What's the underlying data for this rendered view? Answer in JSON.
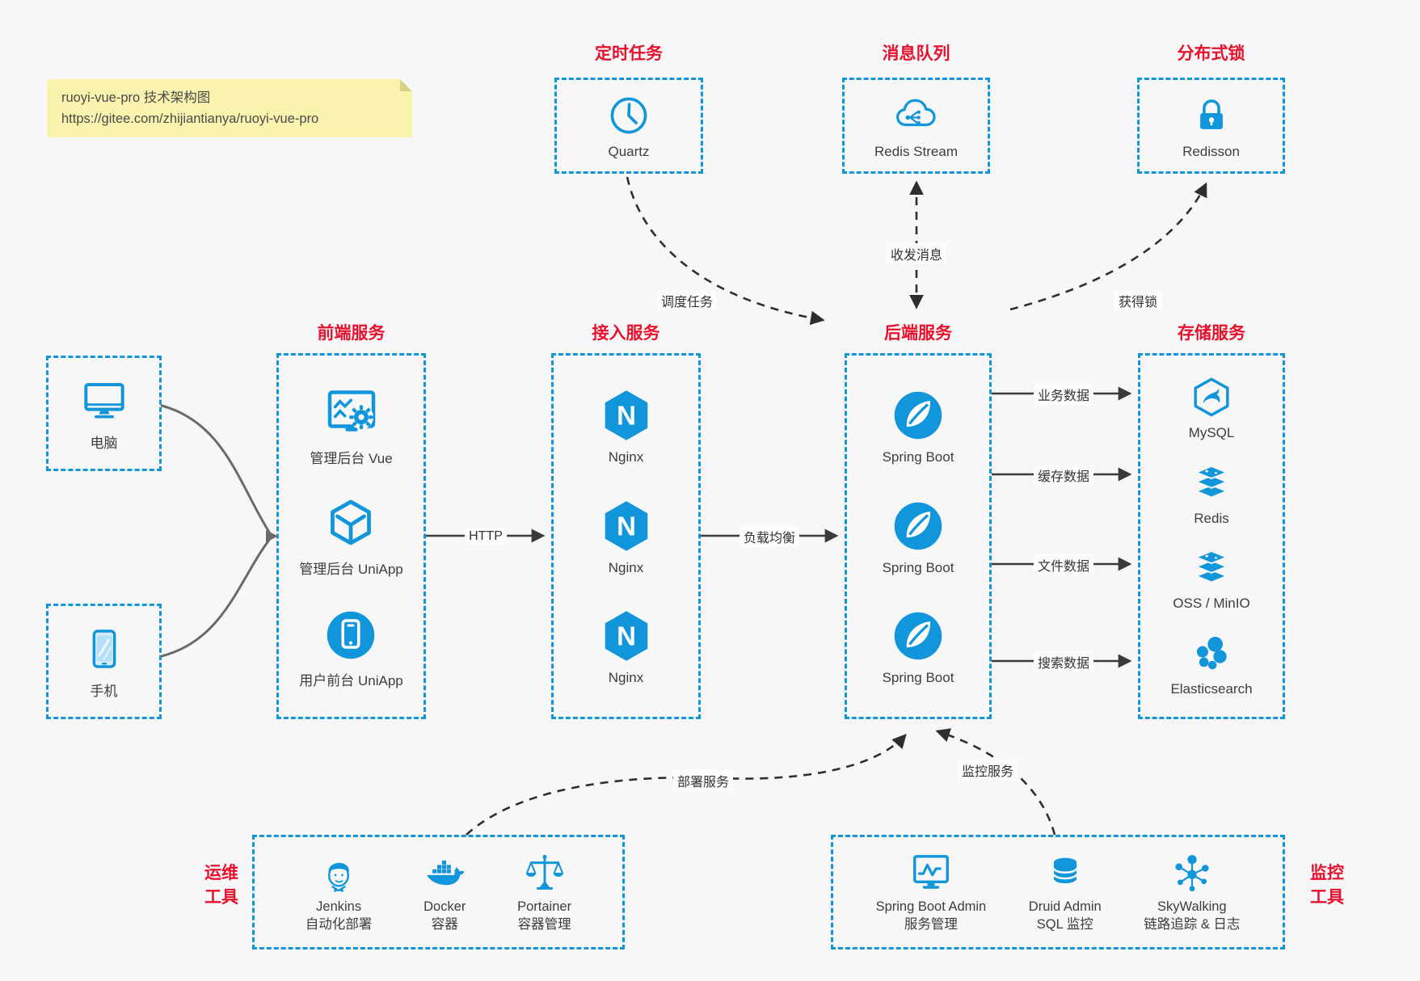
{
  "colors": {
    "accent_blue": "#1296db",
    "title_red": "#e8112d",
    "background": "#f7f7f7",
    "line_dark": "#3a3a3a",
    "note_yellow": "#faf3ae"
  },
  "note": {
    "line1": "ruoyi-vue-pro 技术架构图",
    "line2": "https://gitee.com/zhijiantianya/ruoyi-vue-pro"
  },
  "top_boxes": [
    {
      "title": "定时任务",
      "icon": "clock-icon",
      "label": "Quartz"
    },
    {
      "title": "消息队列",
      "icon": "cloud-network-icon",
      "label": "Redis Stream"
    },
    {
      "title": "分布式锁",
      "icon": "lock-icon",
      "label": "Redisson"
    }
  ],
  "clients": [
    {
      "icon": "monitor-icon",
      "label": "电脑"
    },
    {
      "icon": "smartphone-icon",
      "label": "手机"
    }
  ],
  "columns": [
    {
      "title": "前端服务",
      "items": [
        {
          "icon": "admin-vue-icon",
          "label": "管理后台 Vue"
        },
        {
          "icon": "uniapp-cube-icon",
          "label": "管理后台 UniApp"
        },
        {
          "icon": "user-app-icon",
          "label": "用户前台 UniApp"
        }
      ]
    },
    {
      "title": "接入服务",
      "items": [
        {
          "icon": "nginx-icon",
          "label": "Nginx"
        },
        {
          "icon": "nginx-icon",
          "label": "Nginx"
        },
        {
          "icon": "nginx-icon",
          "label": "Nginx"
        }
      ]
    },
    {
      "title": "后端服务",
      "items": [
        {
          "icon": "spring-boot-icon",
          "label": "Spring Boot"
        },
        {
          "icon": "spring-boot-icon",
          "label": "Spring Boot"
        },
        {
          "icon": "spring-boot-icon",
          "label": "Spring Boot"
        }
      ]
    },
    {
      "title": "存储服务",
      "items": [
        {
          "icon": "mysql-icon",
          "label": "MySQL"
        },
        {
          "icon": "redis-stack-icon",
          "label": "Redis"
        },
        {
          "icon": "redis-stack-icon",
          "label": "OSS / MinIO"
        },
        {
          "icon": "elasticsearch-icon",
          "label": "Elasticsearch"
        }
      ]
    }
  ],
  "edges": {
    "http": "HTTP",
    "load_balance": "负载均衡",
    "schedule": "调度任务",
    "messages": "收发消息",
    "lock": "获得锁",
    "business": "业务数据",
    "cache": "缓存数据",
    "file": "文件数据",
    "search": "搜索数据",
    "deploy": "部署服务",
    "monitor": "监控服务"
  },
  "bottom_boxes": [
    {
      "side_label": {
        "line1": "运维",
        "line2": "工具"
      },
      "items": [
        {
          "icon": "jenkins-icon",
          "label1": "Jenkins",
          "label2": "自动化部署"
        },
        {
          "icon": "docker-icon",
          "label1": "Docker",
          "label2": "容器"
        },
        {
          "icon": "portainer-icon",
          "label1": "Portainer",
          "label2": "容器管理"
        }
      ]
    },
    {
      "side_label": {
        "line1": "监控",
        "line2": "工具"
      },
      "items": [
        {
          "icon": "springboot-admin-icon",
          "label1": "Spring Boot Admin",
          "label2": "服务管理"
        },
        {
          "icon": "druid-icon",
          "label1": "Druid Admin",
          "label2": "SQL 监控"
        },
        {
          "icon": "skywalking-icon",
          "label1": "SkyWalking",
          "label2": "链路追踪 & 日志"
        }
      ]
    }
  ]
}
